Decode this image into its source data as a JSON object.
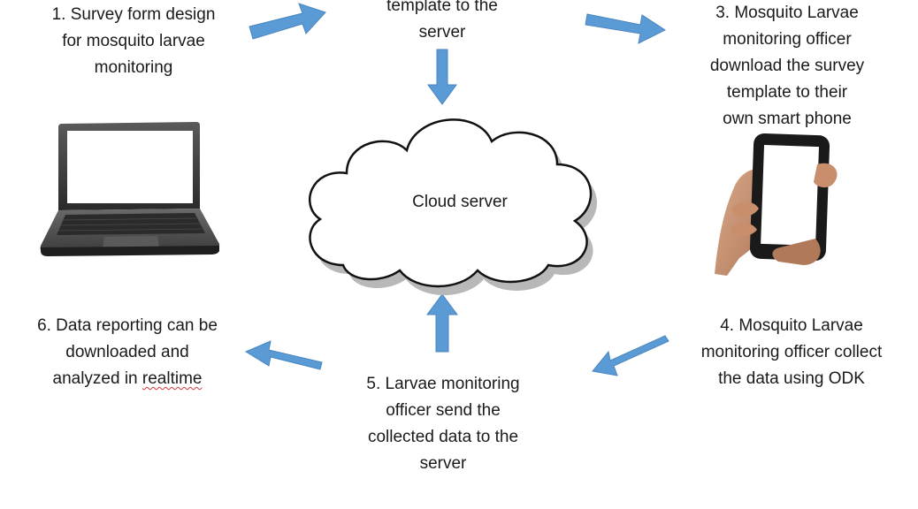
{
  "steps": {
    "step1": "1. Survey form design\nfor mosquito larvae\nmonitoring",
    "step2_partial": "template to the\nserver",
    "step3": "3. Mosquito Larvae\nmonitoring officer\ndownload the survey\ntemplate to their\nown smart phone",
    "step4": "4. Mosquito Larvae\nmonitoring officer collect\nthe data using ODK",
    "step5": "5. Larvae monitoring\nofficer send the\ncollected data to the\nserver",
    "step6_line1": "6. Data reporting can be",
    "step6_line2": "downloaded and",
    "step6_line3_a": "analyzed in ",
    "step6_line3_b": "realtime"
  },
  "cloud": {
    "label": "Cloud server"
  },
  "colors": {
    "arrow": "#5b9bd5",
    "arrow_stroke": "#4a86c0",
    "cloud_fill": "#ffffff",
    "cloud_shadow": "#b8b8b8"
  },
  "icons": [
    "laptop-icon",
    "smartphone-in-hand-icon",
    "cloud-icon"
  ]
}
